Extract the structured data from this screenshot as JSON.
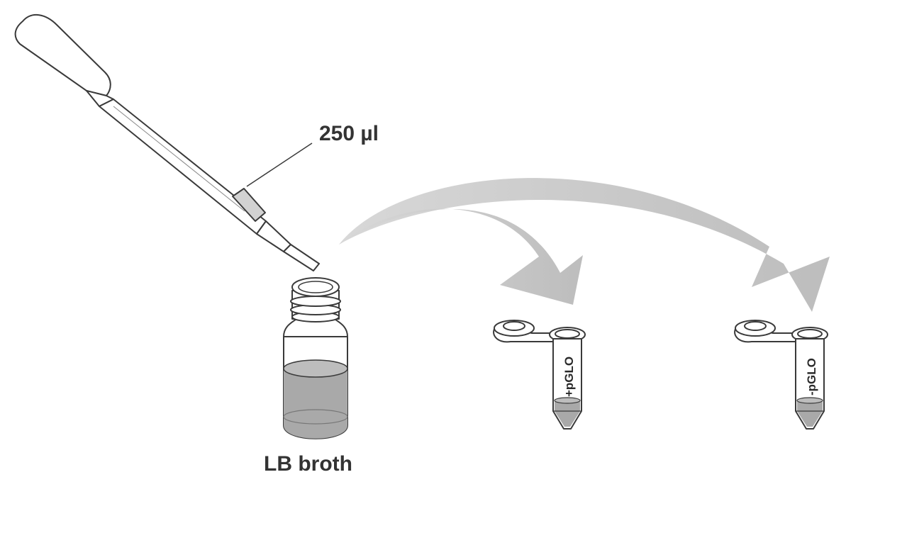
{
  "labels": {
    "volume": "250 µl",
    "broth": "LB broth",
    "tube_plus": "+pGLO",
    "tube_minus": "-pGLO"
  },
  "colors": {
    "outline": "#3a3a3a",
    "arrow": "#c8c8c8",
    "liquid": "#a9a9a9",
    "liquid_dark": "#8f8f8f",
    "text": "#333333"
  }
}
